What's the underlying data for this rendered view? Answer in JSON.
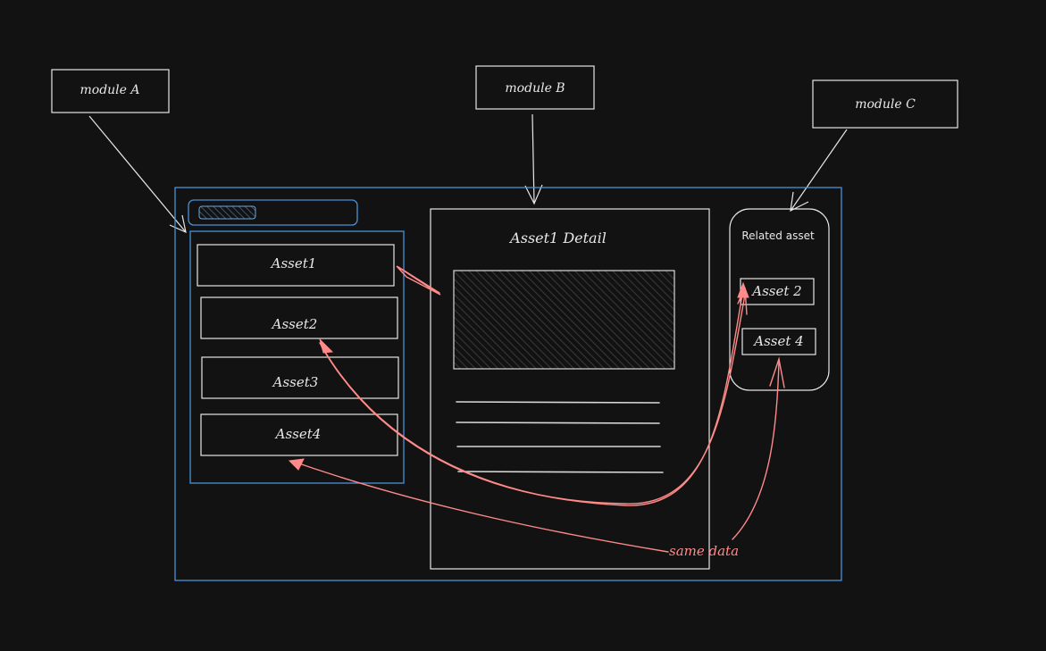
{
  "modules": {
    "a": {
      "label": "module A"
    },
    "b": {
      "label": "module B"
    },
    "c": {
      "label": "module C"
    }
  },
  "module_a": {
    "assets": [
      "Asset1",
      "Asset2",
      "Asset3",
      "Asset4"
    ]
  },
  "module_b": {
    "title": "Asset1 Detail"
  },
  "module_c": {
    "title": "Related asset",
    "assets": [
      "Asset 2",
      "Asset 4"
    ]
  },
  "annotation": {
    "text": "same data"
  },
  "colors": {
    "background": "#121212",
    "frame": "#4a90d9",
    "annotation": "#ff8a8a",
    "sketch": "#e6e6e6"
  }
}
